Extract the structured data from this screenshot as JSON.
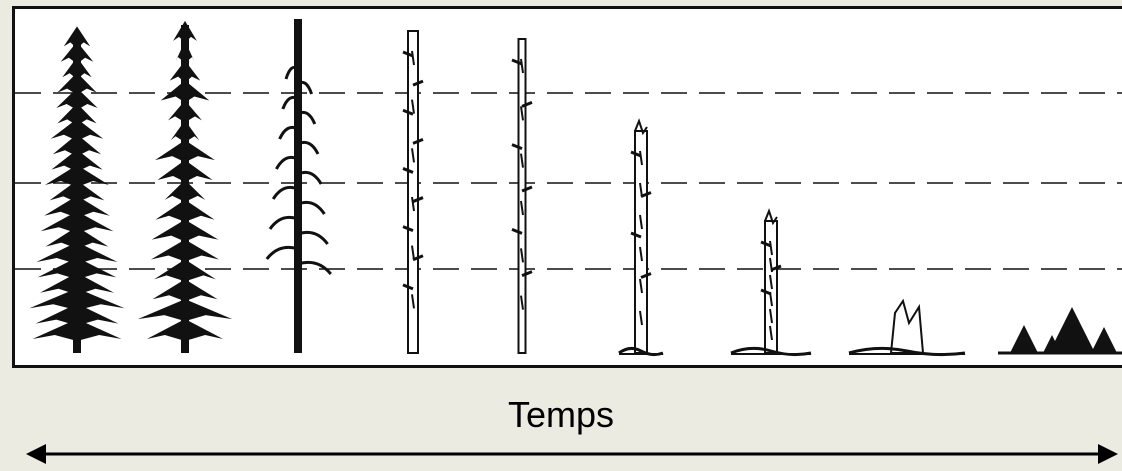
{
  "diagram": {
    "time_axis_label": "Temps",
    "stages": [
      {
        "name": "live-tree"
      },
      {
        "name": "declining-tree"
      },
      {
        "name": "recently-dead-tree"
      },
      {
        "name": "dead-tree-few-branches"
      },
      {
        "name": "bare-snag"
      },
      {
        "name": "broken-top-snag"
      },
      {
        "name": "short-snag"
      },
      {
        "name": "stump-and-debris"
      },
      {
        "name": "regeneration-seedlings"
      }
    ],
    "reference_lines": 3,
    "colors": {
      "background": "#ecebe1",
      "panel": "#ffffff",
      "ink": "#111111"
    }
  }
}
